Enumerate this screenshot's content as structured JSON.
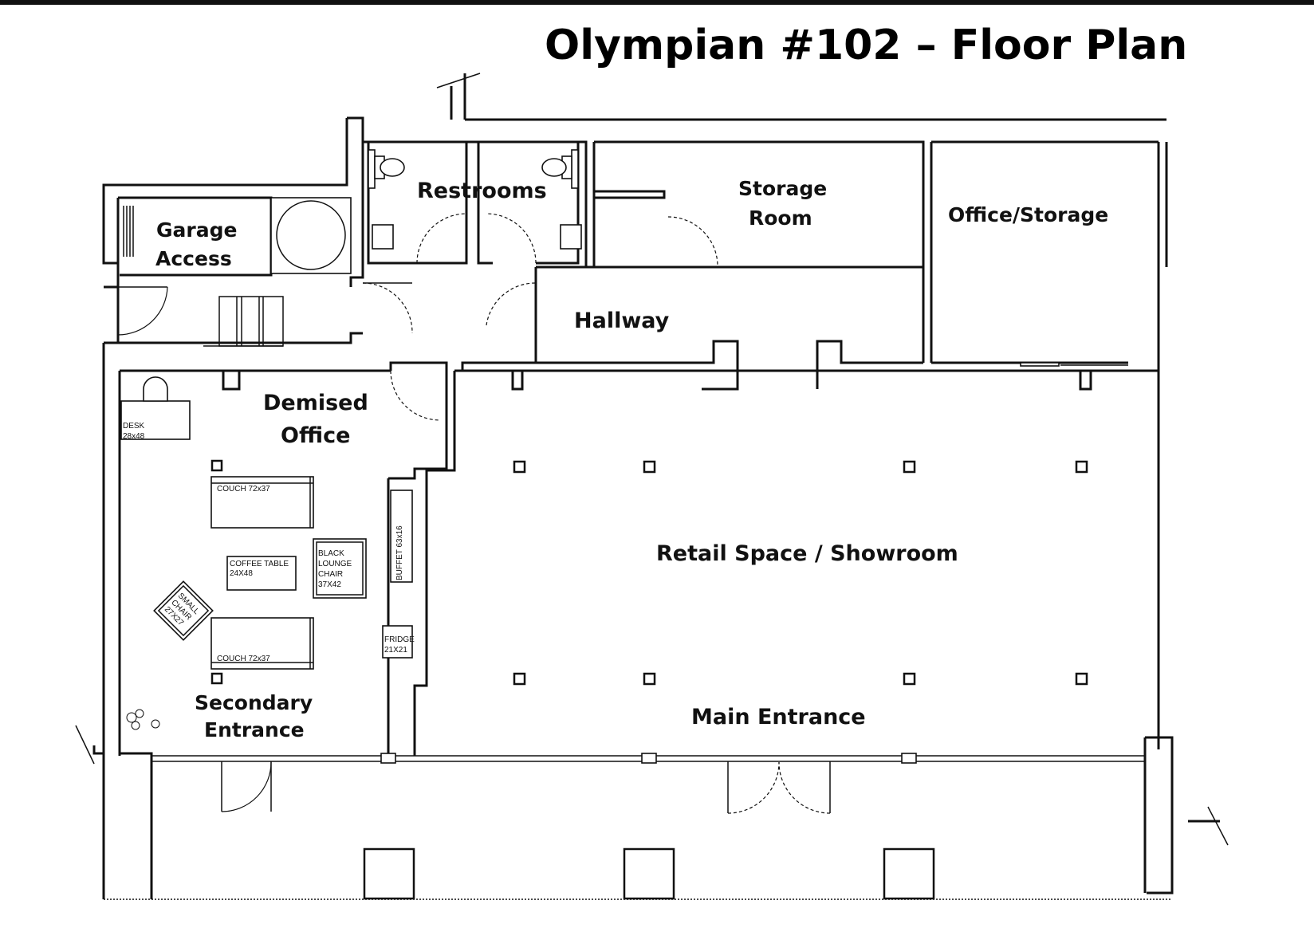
{
  "title": "Olympian #102 – Floor Plan",
  "rooms": {
    "restrooms": "Restrooms",
    "storage_room_1": "Storage",
    "storage_room_2": "Room",
    "office_storage": "Office/Storage",
    "garage_1": "Garage",
    "garage_2": "Access",
    "hallway": "Hallway",
    "demised_1": "Demised",
    "demised_2": "Office",
    "retail": "Retail Space / Showroom",
    "secondary_1": "Secondary",
    "secondary_2": "Entrance",
    "main_entrance": "Main Entrance"
  },
  "furniture": {
    "desk_1": "DESK",
    "desk_2": "28x48",
    "couch_top": "COUCH 72x37",
    "couch_bottom": "COUCH 72x37",
    "coffee_1": "COFFEE TABLE",
    "coffee_2": "24X48",
    "lounge_1": "BLACK",
    "lounge_2": "LOUNGE",
    "lounge_3": "CHAIR",
    "lounge_4": "37X42",
    "buffet": "BUFFET 63x16",
    "fridge_1": "FRIDGE",
    "fridge_2": "21X21",
    "small_chair_1": "SMALL",
    "small_chair_2": "CHAIR",
    "small_chair_3": "27X27"
  }
}
